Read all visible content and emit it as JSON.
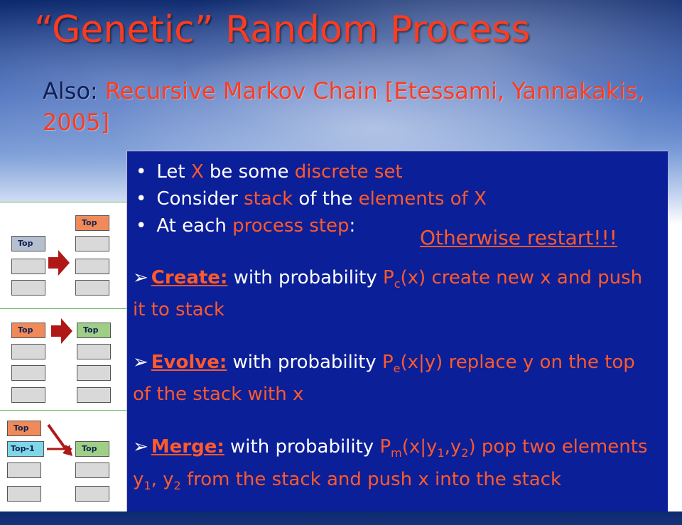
{
  "slide": {
    "title": "“Genetic” Random Process",
    "subtitle_prefix": "Also: ",
    "subtitle_red": "Recursive Markov Chain ",
    "subtitle_rest": "[Etessami, Yannakakis, 2005]"
  },
  "bullets": [
    {
      "parts": [
        "Let ",
        "X",
        " be some ",
        "discrete set",
        ""
      ]
    },
    {
      "parts": [
        "Consider ",
        "stack",
        " of the ",
        "elements of X",
        ""
      ]
    },
    {
      "parts": [
        "At each ",
        "process step",
        ":",
        "",
        ""
      ]
    }
  ],
  "restart_label": "Otherwise restart!!!",
  "rules": {
    "create": {
      "keyword": "Create:",
      "t1": " with probability ",
      "p": "P",
      "sub": "c",
      "t2": "(x) create new x and push it to stack"
    },
    "evolve": {
      "keyword": "Evolve:",
      "t1": " with probability ",
      "p": "P",
      "sub": "e",
      "t2": "(x|y) replace y on the top of the stack with x"
    },
    "merge": {
      "keyword": "Merge:",
      "t1": " with probability ",
      "p": "P",
      "sub": "m",
      "t2": "(x|y",
      "sub1": "1",
      "t3": ",y",
      "sub2": "2",
      "t4": ") pop two elements y",
      "sub3": "1",
      "t5": ", y",
      "sub4": "2",
      "t6": " from the stack and ",
      "t7": "push x",
      "t8": " into the stack"
    }
  },
  "diagram": {
    "top_label": "Top",
    "top_minus_label": "Top-1"
  },
  "colors": {
    "title_red": "#ff3b1f",
    "box_blue": "#0b1f99",
    "accent_orange": "#ff5a2a"
  }
}
